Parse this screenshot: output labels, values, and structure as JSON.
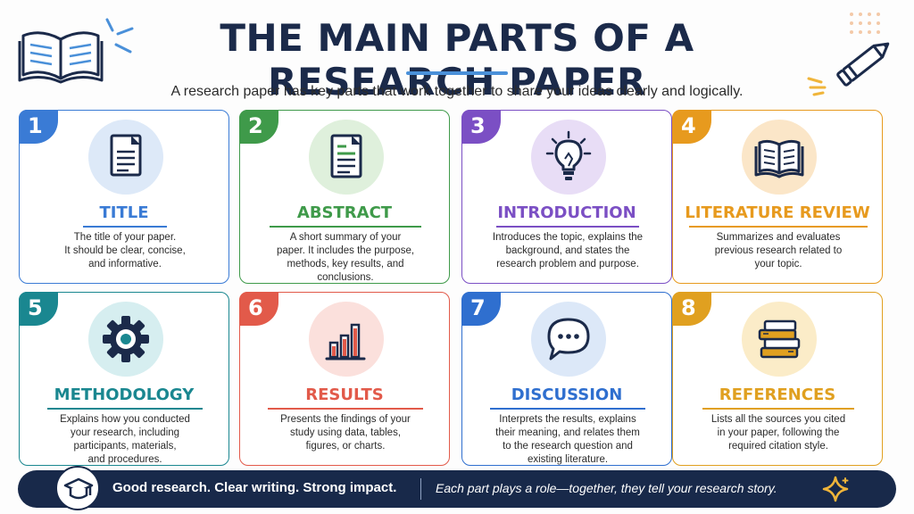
{
  "header": {
    "title": "THE MAIN PARTS OF A RESEARCH PAPER",
    "subtitle": "A research paper has key parts that work together to share your ideas clearly and logically."
  },
  "decorations": {
    "left": "open-book-icon",
    "right": "pencil-icon"
  },
  "cards": [
    {
      "number": "1",
      "title": "TITLE",
      "icon": "document-icon",
      "color": "#3a7bd5",
      "soft": "#dde9f8",
      "lines": [
        "The title of your paper.",
        "It should be clear, concise,",
        "and informative."
      ]
    },
    {
      "number": "2",
      "title": "ABSTRACT",
      "icon": "summary-document-icon",
      "color": "#3f9a4a",
      "soft": "#dff0dc",
      "lines": [
        "A short summary of your",
        "paper. It includes the purpose,",
        "methods, key results, and",
        "conclusions."
      ]
    },
    {
      "number": "3",
      "title": "INTRODUCTION",
      "icon": "lightbulb-icon",
      "color": "#7b4fc4",
      "soft": "#e8ddf6",
      "lines": [
        "Introduces the topic, explains the",
        "background, and states the",
        "research problem and purpose."
      ]
    },
    {
      "number": "4",
      "title": "LITERATURE REVIEW",
      "icon": "open-book-icon",
      "color": "#e79a1e",
      "soft": "#fbe6c8",
      "lines": [
        "Summarizes and evaluates",
        "previous research related to",
        "your topic."
      ]
    },
    {
      "number": "5",
      "title": "METHODOLOGY",
      "icon": "gear-icon",
      "color": "#1a8790",
      "soft": "#d6eef0",
      "lines": [
        "Explains how you conducted",
        "your research, including",
        "participants, materials,",
        "and procedures."
      ]
    },
    {
      "number": "6",
      "title": "RESULTS",
      "icon": "bar-chart-icon",
      "color": "#e25a4a",
      "soft": "#fbe0dc",
      "lines": [
        "Presents the findings of your",
        "study using data, tables,",
        "figures, or charts."
      ]
    },
    {
      "number": "7",
      "title": "DISCUSSION",
      "icon": "speech-bubble-icon",
      "color": "#2f6fcf",
      "soft": "#dce8f8",
      "lines": [
        "Interprets the results, explains",
        "their meaning, and relates them",
        "to the research question and",
        "existing literature."
      ]
    },
    {
      "number": "8",
      "title": "REFERENCES",
      "icon": "book-stack-icon",
      "color": "#e0a020",
      "soft": "#fbecc8",
      "lines": [
        "Lists all the sources you cited",
        "in your paper, following the",
        "required citation style."
      ]
    }
  ],
  "footer": {
    "icon": "graduation-cap-icon",
    "tagline": "Good research. Clear writing. Strong impact.",
    "message": "Each part plays a role—together, they tell your research story.",
    "accent": "sparkle-icon"
  }
}
